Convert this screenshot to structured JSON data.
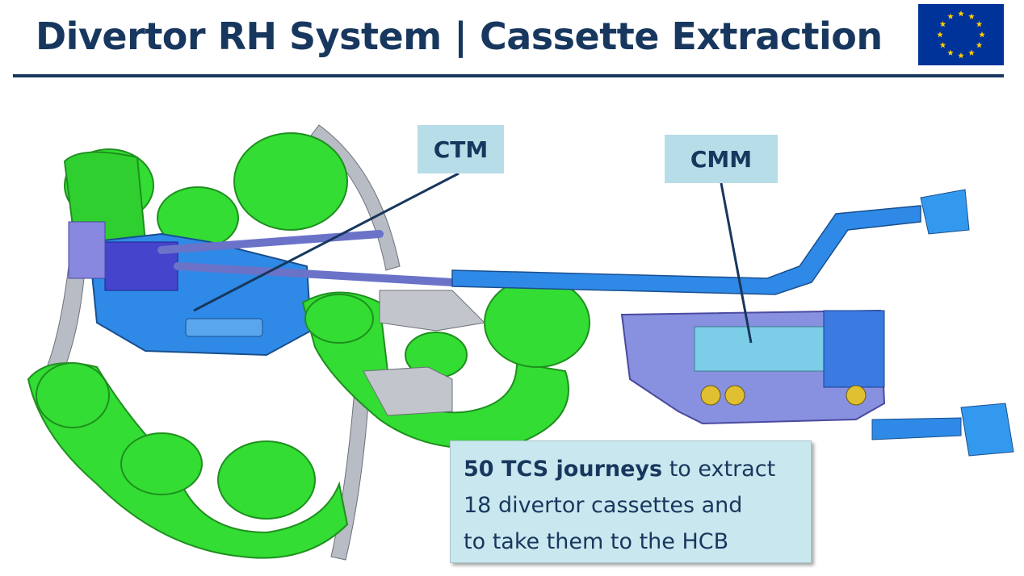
{
  "header": {
    "title": "Divertor RH System | Cassette Extraction",
    "flag_icon": "eu-flag-icon",
    "accent_color": "#17375e"
  },
  "labels": {
    "ctm": "CTM",
    "cmm": "CMM"
  },
  "note": {
    "bold_text": "50 TCS journeys",
    "text_1": " to extract",
    "text_2": "18 divertor cassettes and",
    "text_3": "to take them to the HCB"
  },
  "colors": {
    "coil_green": "#2fd82f",
    "tool_blue": "#2e8ae6",
    "rail_grey": "#b8bcc4",
    "label_bg": "#b7dde8"
  }
}
